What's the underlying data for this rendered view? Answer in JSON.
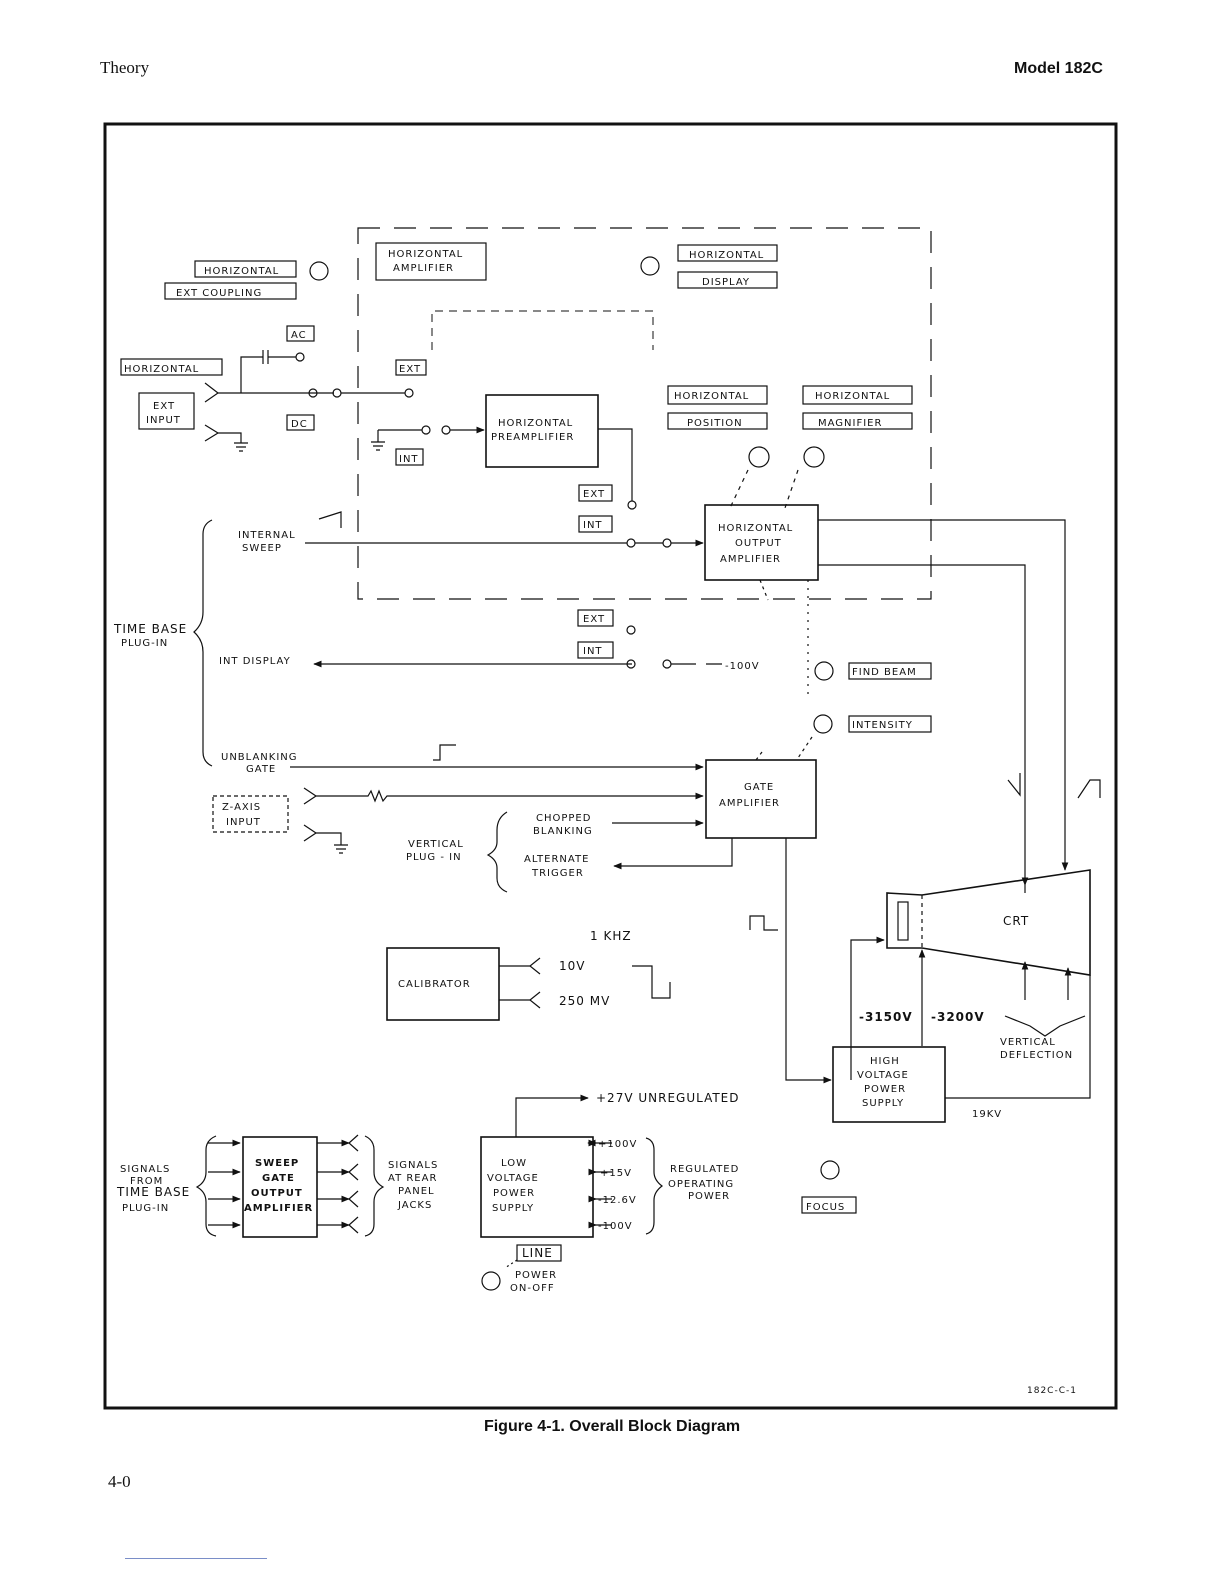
{
  "header": {
    "left": "Theory",
    "right": "Model 182C"
  },
  "caption": "Figure 4-1. Overall Block Diagram",
  "page_number": "4-0",
  "figure_code": "182C-C-1",
  "blocks": {
    "horizontal_amplifier": [
      "HORIZONTAL",
      "AMPLIFIER"
    ],
    "horizontal_preamplifier": [
      "HORIZONTAL",
      "PREAMPLIFIER"
    ],
    "horizontal_output_amplifier": [
      "HORIZONTAL",
      "OUTPUT",
      "AMPLIFIER"
    ],
    "gate_amplifier": [
      "GATE",
      "AMPLIFIER"
    ],
    "calibrator": "CALIBRATOR",
    "high_voltage_power_supply": [
      "HIGH",
      "VOLTAGE",
      "POWER",
      "SUPPLY"
    ],
    "low_voltage_power_supply": [
      "LOW",
      "VOLTAGE",
      "POWER",
      "SUPPLY"
    ],
    "sweep_gate_output_amplifier": [
      "SWEEP",
      "GATE",
      "OUTPUT",
      "AMPLIFIER"
    ],
    "crt": "CRT"
  },
  "panel_labels": {
    "horizontal_top": "HORIZONTAL",
    "ext_coupling": "EXT COUPLING",
    "horizontal_display_1": "HORIZONTAL",
    "horizontal_display_2": "DISPLAY",
    "ac": "AC",
    "dc": "DC",
    "horizontal_input": "HORIZONTAL",
    "ext_input": [
      "EXT",
      "INPUT"
    ],
    "ext_1": "EXT",
    "int_1": "INT",
    "horizontal_position_1": "HORIZONTAL",
    "horizontal_position_2": "POSITION",
    "horizontal_magnifier_1": "HORIZONTAL",
    "horizontal_magnifier_2": "MAGNIFIER",
    "ext_2": "EXT",
    "int_2": "INT",
    "ext_3": "EXT",
    "int_3": "INT",
    "find_beam": "FIND BEAM",
    "intensity": "INTENSITY",
    "z_axis_input": [
      "Z-AXIS",
      "INPUT"
    ],
    "line": "LINE",
    "focus": "FOCUS"
  },
  "signals": {
    "internal_sweep": [
      "INTERNAL",
      "SWEEP"
    ],
    "time_base_plug_in": [
      "TIME BASE",
      "PLUG-IN"
    ],
    "int_display": "INT DISPLAY",
    "minus_100v": "-100V",
    "unblanking_gate": [
      "UNBLANKING",
      "GATE"
    ],
    "vertical_plug_in": [
      "VERTICAL",
      "PLUG - IN"
    ],
    "chopped_blanking": [
      "CHOPPED",
      "BLANKING"
    ],
    "alternate_trigger": [
      "ALTERNATE",
      "TRIGGER"
    ],
    "cal_freq": "1 KHZ",
    "cal_10v": "10V",
    "cal_250mv": "250 MV",
    "v_3150": "-3150V",
    "v_3200": "-3200V",
    "vertical_deflection": [
      "VERTICAL",
      "DEFLECTION"
    ],
    "v_19kv": "19KV",
    "unregulated": "+27V UNREGULATED",
    "rail_100v": "+100V",
    "rail_15v": "+15V",
    "rail_12_6v": "-12.6V",
    "rail_m100v": "-100V",
    "regulated": [
      "REGULATED",
      "OPERATING",
      "POWER"
    ],
    "signals_from": [
      "SIGNALS",
      "FROM",
      "TIME BASE",
      "PLUG-IN"
    ],
    "signals_rear": [
      "SIGNALS",
      "AT REAR",
      "PANEL",
      "JACKS"
    ],
    "power_on_off": [
      "POWER",
      "ON-OFF"
    ]
  }
}
